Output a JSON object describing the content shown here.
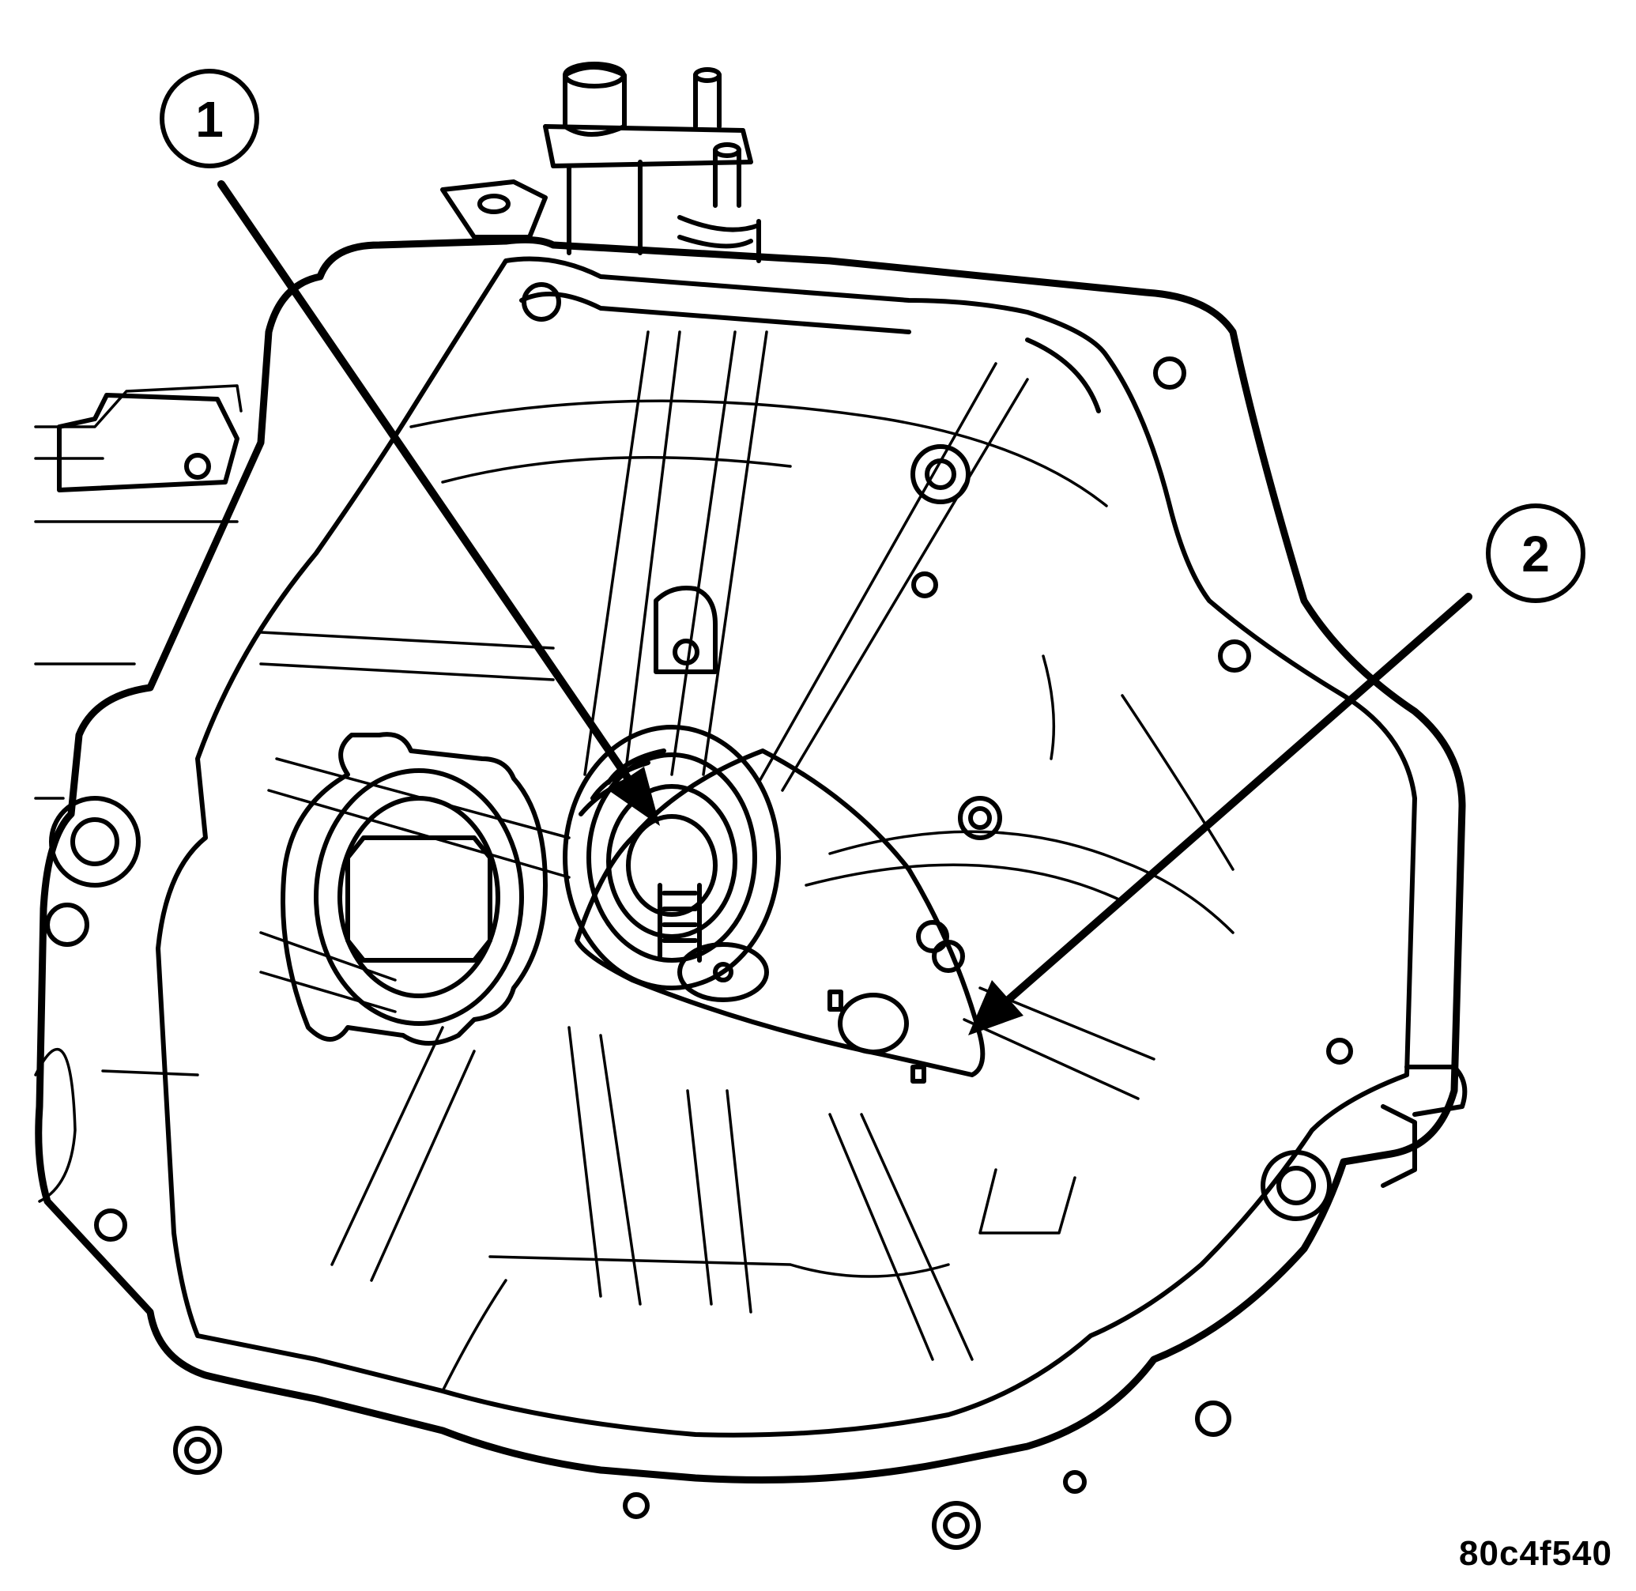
{
  "figure": {
    "figure_id": "80c4f540",
    "callouts": [
      {
        "label": "1",
        "icon": "callout-circle"
      },
      {
        "label": "2",
        "icon": "callout-circle"
      }
    ],
    "colors": {
      "ink": "#000000",
      "background": "#ffffff"
    }
  }
}
